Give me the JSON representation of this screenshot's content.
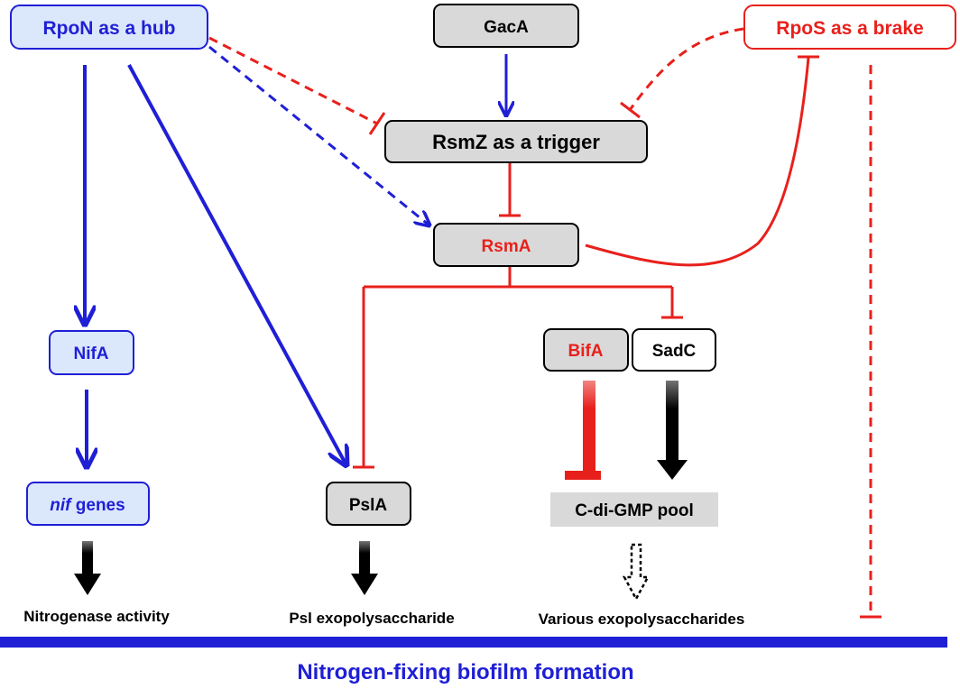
{
  "nodes": {
    "rpon": {
      "label": "RpoN as a hub",
      "color": "#1f1fd6"
    },
    "gaca": {
      "label": "GacA",
      "color": "#000000"
    },
    "rpos": {
      "label": "RpoS as a brake",
      "color": "#e8201c"
    },
    "rsmz": {
      "label": "RsmZ as a trigger",
      "color": "#000000"
    },
    "rsma": {
      "label": "RsmA",
      "color": "#e8201c"
    },
    "nifa": {
      "label": "NifA",
      "color": "#1f1fd6"
    },
    "bifa": {
      "label": "BifA",
      "color": "#e8201c"
    },
    "sadc": {
      "label": "SadC",
      "color": "#000000"
    },
    "nif": {
      "label_italic": "nif",
      "label_rest": " genes",
      "color": "#1f1fd6"
    },
    "psla": {
      "label": "PslA",
      "color": "#000000"
    },
    "cdigmp": {
      "label": "C-di-GMP pool",
      "color": "#000000"
    }
  },
  "outputs": {
    "nitrogenase": "Nitrogenase activity",
    "psl": "Psl exopolysaccharide",
    "various": "Various exopolysaccharides"
  },
  "footer": {
    "label": "Nitrogen-fixing biofilm formation",
    "color": "#1f1fd6"
  },
  "colors": {
    "blue": "#1f1fd6",
    "red": "#e8201c",
    "black": "#000000",
    "gray_fill": "#d9d9d9",
    "blue_fill": "#dbe7fb"
  }
}
